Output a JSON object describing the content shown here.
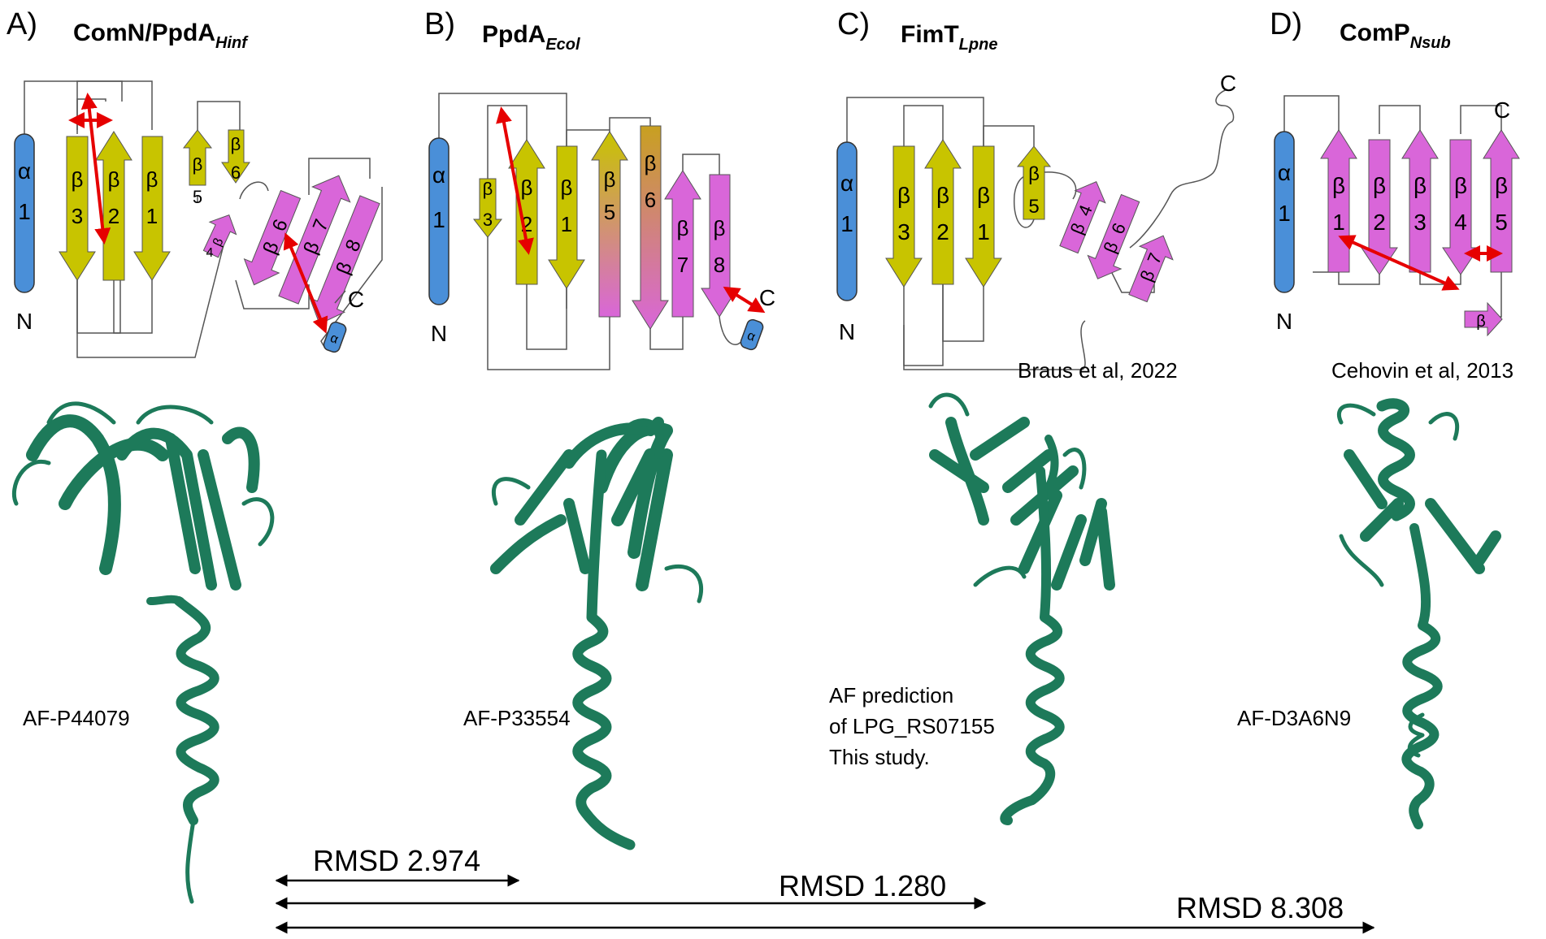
{
  "colors": {
    "helix": "#4a8fd8",
    "strand_yellow": "#c8c400",
    "strand_magenta": "#d966d9",
    "protein": "#1d7a5a",
    "arrow_red": "#e60000",
    "line": "#555555"
  },
  "panels": [
    {
      "letter": "A)",
      "name": "ComN/PpdA",
      "subscript": "Hinf",
      "structure_label": "AF-P44079",
      "citation": "",
      "elements": {
        "helix_main": {
          "sym": "α",
          "num": "1"
        },
        "n_term": "N",
        "c_term": "C",
        "b3": {
          "sym": "β",
          "num": "3"
        },
        "b2": {
          "sym": "β",
          "num": "2"
        },
        "b1": {
          "sym": "β",
          "num": "1"
        },
        "b5": {
          "sym": "β",
          "num": "5"
        },
        "b6top": {
          "sym": "β",
          "num": "6"
        },
        "b4": {
          "sym": "β",
          "num": "4"
        },
        "b6": {
          "sym": "β",
          "num": "6"
        },
        "b7": {
          "sym": "β",
          "num": "7"
        },
        "b8": {
          "sym": "β",
          "num": "8"
        },
        "helix_c": {
          "sym": "α"
        }
      }
    },
    {
      "letter": "B)",
      "name": "PpdA",
      "subscript": "Ecol",
      "structure_label": "AF-P33554",
      "citation": "",
      "elements": {
        "helix_main": {
          "sym": "α",
          "num": "1"
        },
        "n_term": "N",
        "c_term": "C",
        "b3": {
          "sym": "β",
          "num": "3"
        },
        "b2": {
          "sym": "β",
          "num": "2"
        },
        "b1": {
          "sym": "β",
          "num": "1"
        },
        "b5": {
          "sym": "β",
          "num": "5"
        },
        "b6": {
          "sym": "β",
          "num": "6"
        },
        "b7": {
          "sym": "β",
          "num": "7"
        },
        "b8": {
          "sym": "β",
          "num": "8"
        },
        "helix_c": {
          "sym": "α"
        }
      }
    },
    {
      "letter": "C)",
      "name": "FimT",
      "subscript": "Lpne",
      "structure_label": [
        "AF prediction",
        "of LPG_RS07155",
        "This study."
      ],
      "citation": "Braus et al, 2022",
      "elements": {
        "helix_main": {
          "sym": "α",
          "num": "1"
        },
        "n_term": "N",
        "c_term": "C",
        "b3": {
          "sym": "β",
          "num": "3"
        },
        "b2": {
          "sym": "β",
          "num": "2"
        },
        "b1": {
          "sym": "β",
          "num": "1"
        },
        "b5": {
          "sym": "β",
          "num": "5"
        },
        "b4": {
          "sym": "β",
          "num": "4"
        },
        "b6": {
          "sym": "β",
          "num": "6"
        },
        "b7": {
          "sym": "β",
          "num": "7"
        }
      }
    },
    {
      "letter": "D)",
      "name": "ComP",
      "subscript": "Nsub",
      "structure_label": "AF-D3A6N9",
      "citation": "Cehovin et al, 2013",
      "elements": {
        "helix_main": {
          "sym": "α",
          "num": "1"
        },
        "n_term": "N",
        "c_term": "C",
        "b1": {
          "sym": "β",
          "num": "1"
        },
        "b2": {
          "sym": "β",
          "num": "2"
        },
        "b3": {
          "sym": "β",
          "num": "3"
        },
        "b4": {
          "sym": "β",
          "num": "4"
        },
        "b5": {
          "sym": "β",
          "num": "5"
        },
        "b_small": {
          "sym": "β"
        }
      }
    }
  ],
  "rmsd": [
    {
      "label": "RMSD 2.974",
      "from": "A",
      "to": "B"
    },
    {
      "label": "RMSD 1.280",
      "from": "A",
      "to": "C"
    },
    {
      "label": "RMSD 8.308",
      "from": "A",
      "to": "D"
    }
  ]
}
